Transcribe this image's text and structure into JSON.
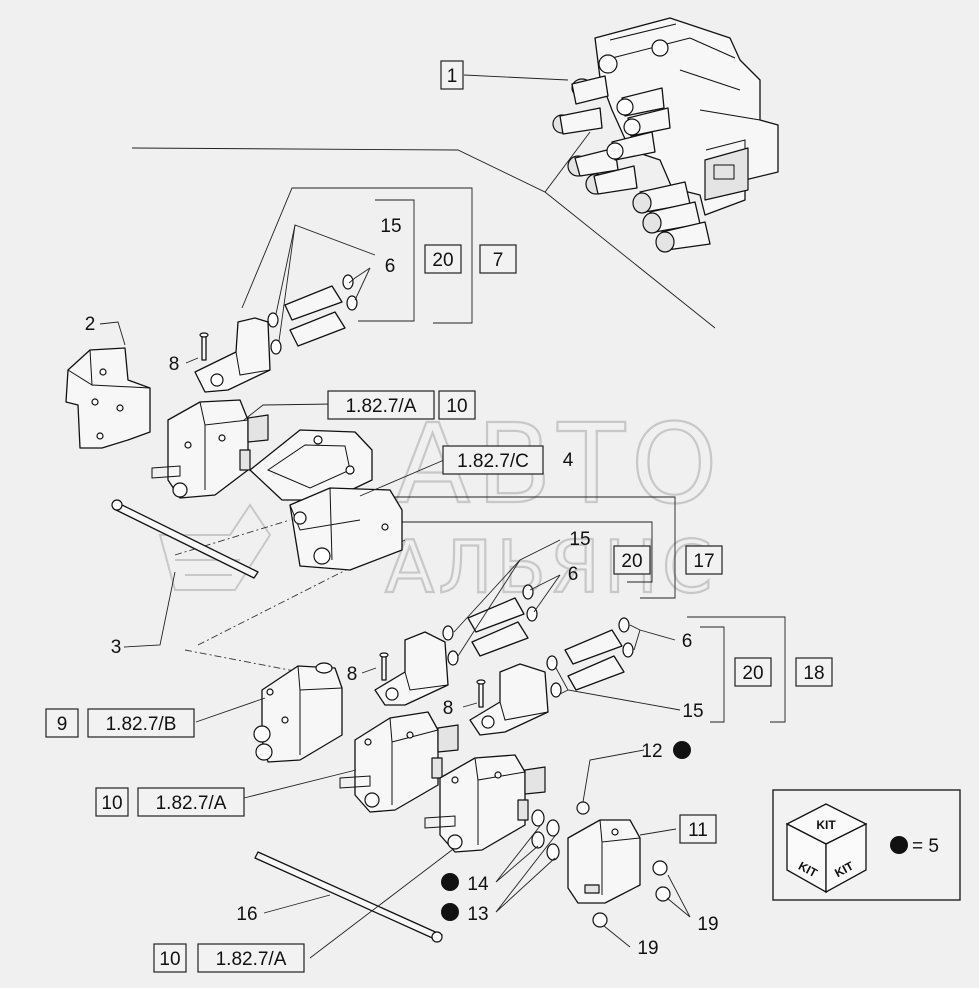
{
  "colors": {
    "background": "#f0f0f0",
    "line": "#111111",
    "watermark": "#c8c8c8",
    "bullet": "#111111"
  },
  "watermark": {
    "line1": "АВТО",
    "line2": "АЛЬЯНС"
  },
  "callouts": {
    "c1": "1",
    "c2": "2",
    "c3": "3",
    "c4": "4",
    "c6a": "6",
    "c6b": "6",
    "c6c": "6",
    "c7": "7",
    "c8a": "8",
    "c8b": "8",
    "c8c": "8",
    "c9": "9",
    "c10a": "10",
    "c10b": "10",
    "c10c": "10",
    "c11": "11",
    "c12": "12",
    "c13": "13",
    "c14": "14",
    "c15a": "15",
    "c15b": "15",
    "c15c": "15",
    "c16": "16",
    "c17": "17",
    "c18": "18",
    "c19a": "19",
    "c19b": "19",
    "c20a": "20",
    "c20b": "20",
    "c20c": "20"
  },
  "references": {
    "ref_a_top": "1.82.7/A",
    "ref_c": "1.82.7/C",
    "ref_b": "1.82.7/B",
    "ref_a_mid": "1.82.7/A",
    "ref_a_bottom": "1.82.7/A"
  },
  "kit_legend": {
    "kit_top": "KIT",
    "kit_left": "KIT",
    "kit_right": "KIT",
    "equals": "= 5"
  }
}
